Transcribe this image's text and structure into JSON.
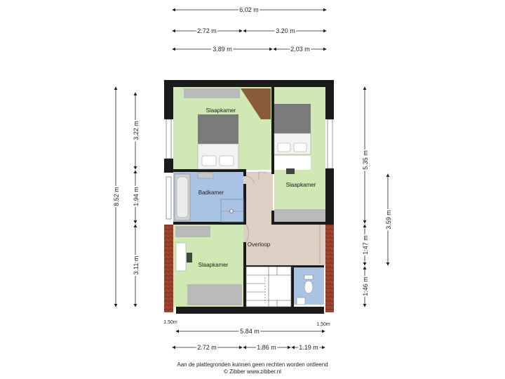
{
  "dimensions": {
    "top_total": "6.02 m",
    "top_split_a": "2.72 m",
    "top_split_b": "3.20 m",
    "top_split_c": "3.89 m",
    "top_split_d": "2.03 m",
    "left_total": "8.52 m",
    "left_a": "3.22 m",
    "left_b": "1.94 m",
    "left_c": "3.11 m",
    "right_a": "5.35 m",
    "right_b": "1.47 m",
    "right_c": "1.46 m",
    "right_outer": "3.59 m",
    "bottom_total": "5.84 m",
    "bottom_a": "2.72 m",
    "bottom_b": "1.86 m",
    "bottom_c": "1.19 m",
    "corner_left": "1.50m",
    "corner_right": "1,50m"
  },
  "rooms": {
    "bedroom_top_left": "Slaapkamer",
    "bedroom_right": "Slaapkamer",
    "bathroom": "Badkamer",
    "hallway": "Overloop",
    "bedroom_bottom_left": "Slaapkamer"
  },
  "footer": {
    "line1": "Aan de plattegronden kunnen geen rechten worden ontleend",
    "line2": "© Zibber www.zibber.nl"
  },
  "colors": {
    "bedroom": "#cfe8b4",
    "bathroom": "#a9c3e4",
    "hallway": "#ddd0c2",
    "wall": "#1a1a1a",
    "roof_brick": "#a0452f",
    "stair_wood": "#8a5a3a"
  }
}
